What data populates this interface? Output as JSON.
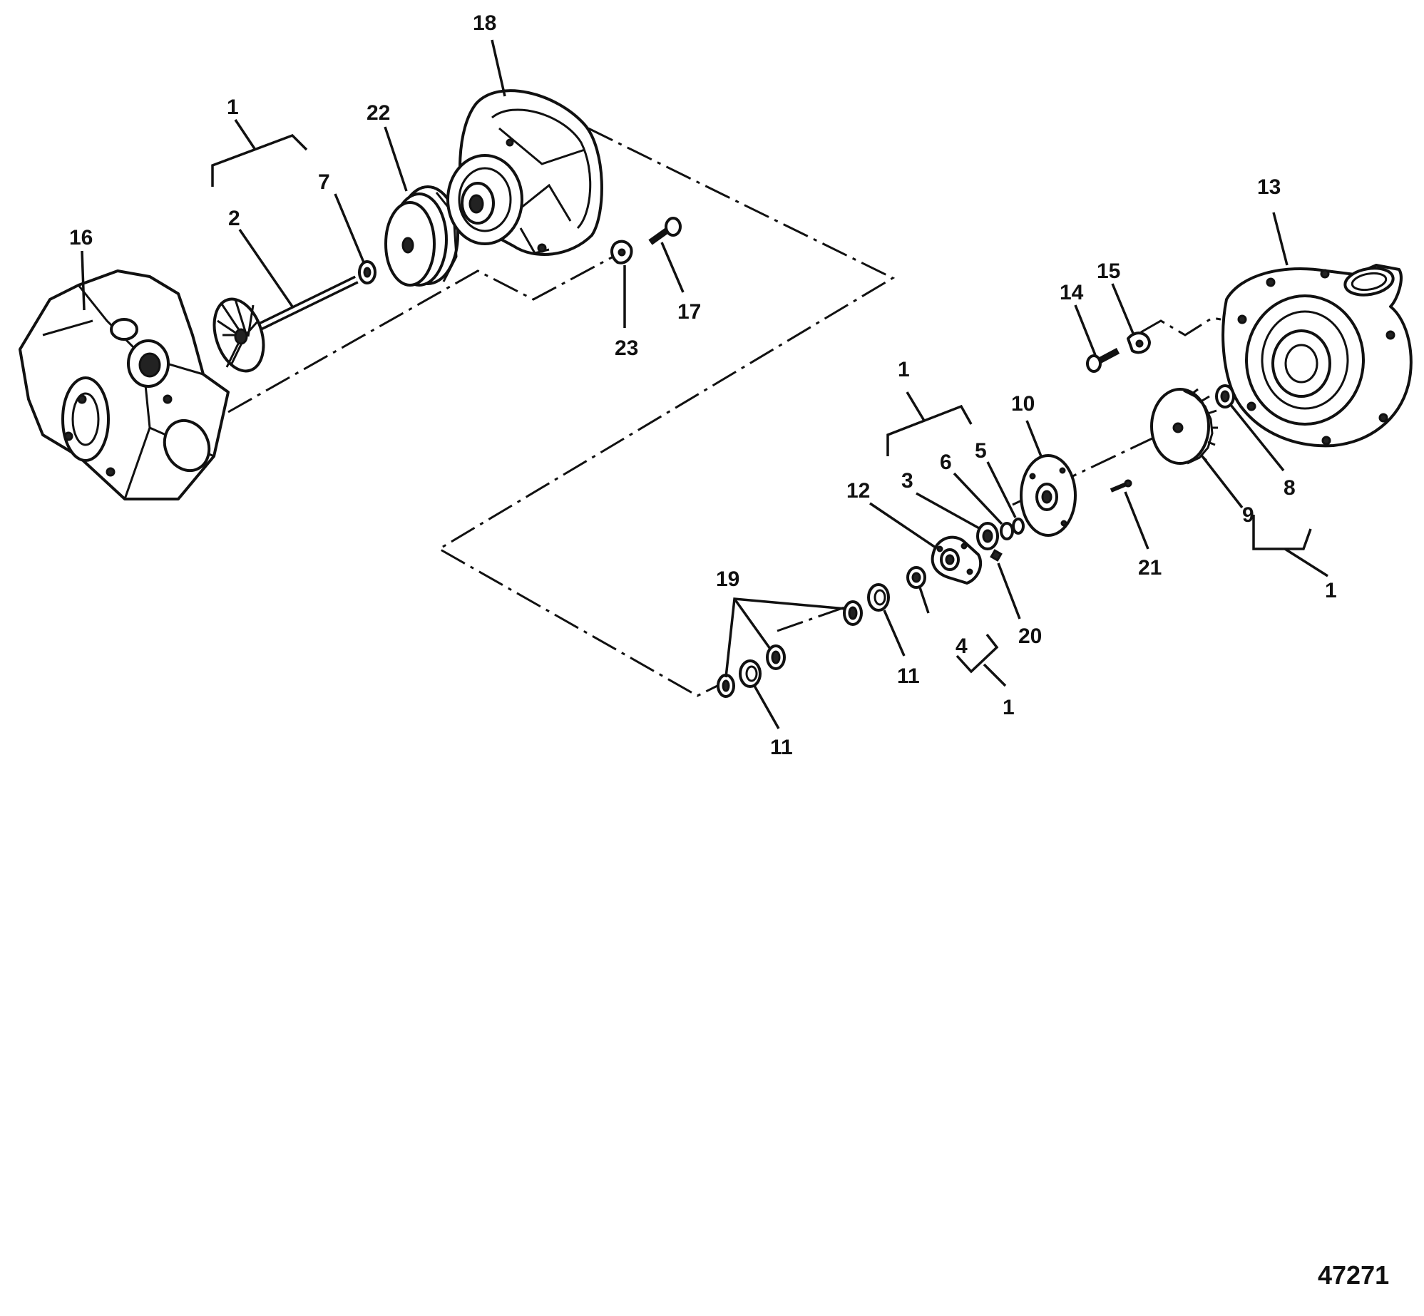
{
  "diagram": {
    "figure_number": "47271",
    "callouts": {
      "c1a": "1",
      "c1b": "1",
      "c1c": "1",
      "c1d": "1",
      "c2": "2",
      "c3": "3",
      "c4": "4",
      "c5": "5",
      "c6": "6",
      "c7": "7",
      "c8": "8",
      "c9": "9",
      "c10": "10",
      "c11a": "11",
      "c11b": "11",
      "c12": "12",
      "c13": "13",
      "c14": "14",
      "c15": "15",
      "c16": "16",
      "c17": "17",
      "c18": "18",
      "c19": "19",
      "c20": "20",
      "c21": "21",
      "c22": "22",
      "c23": "23"
    }
  }
}
